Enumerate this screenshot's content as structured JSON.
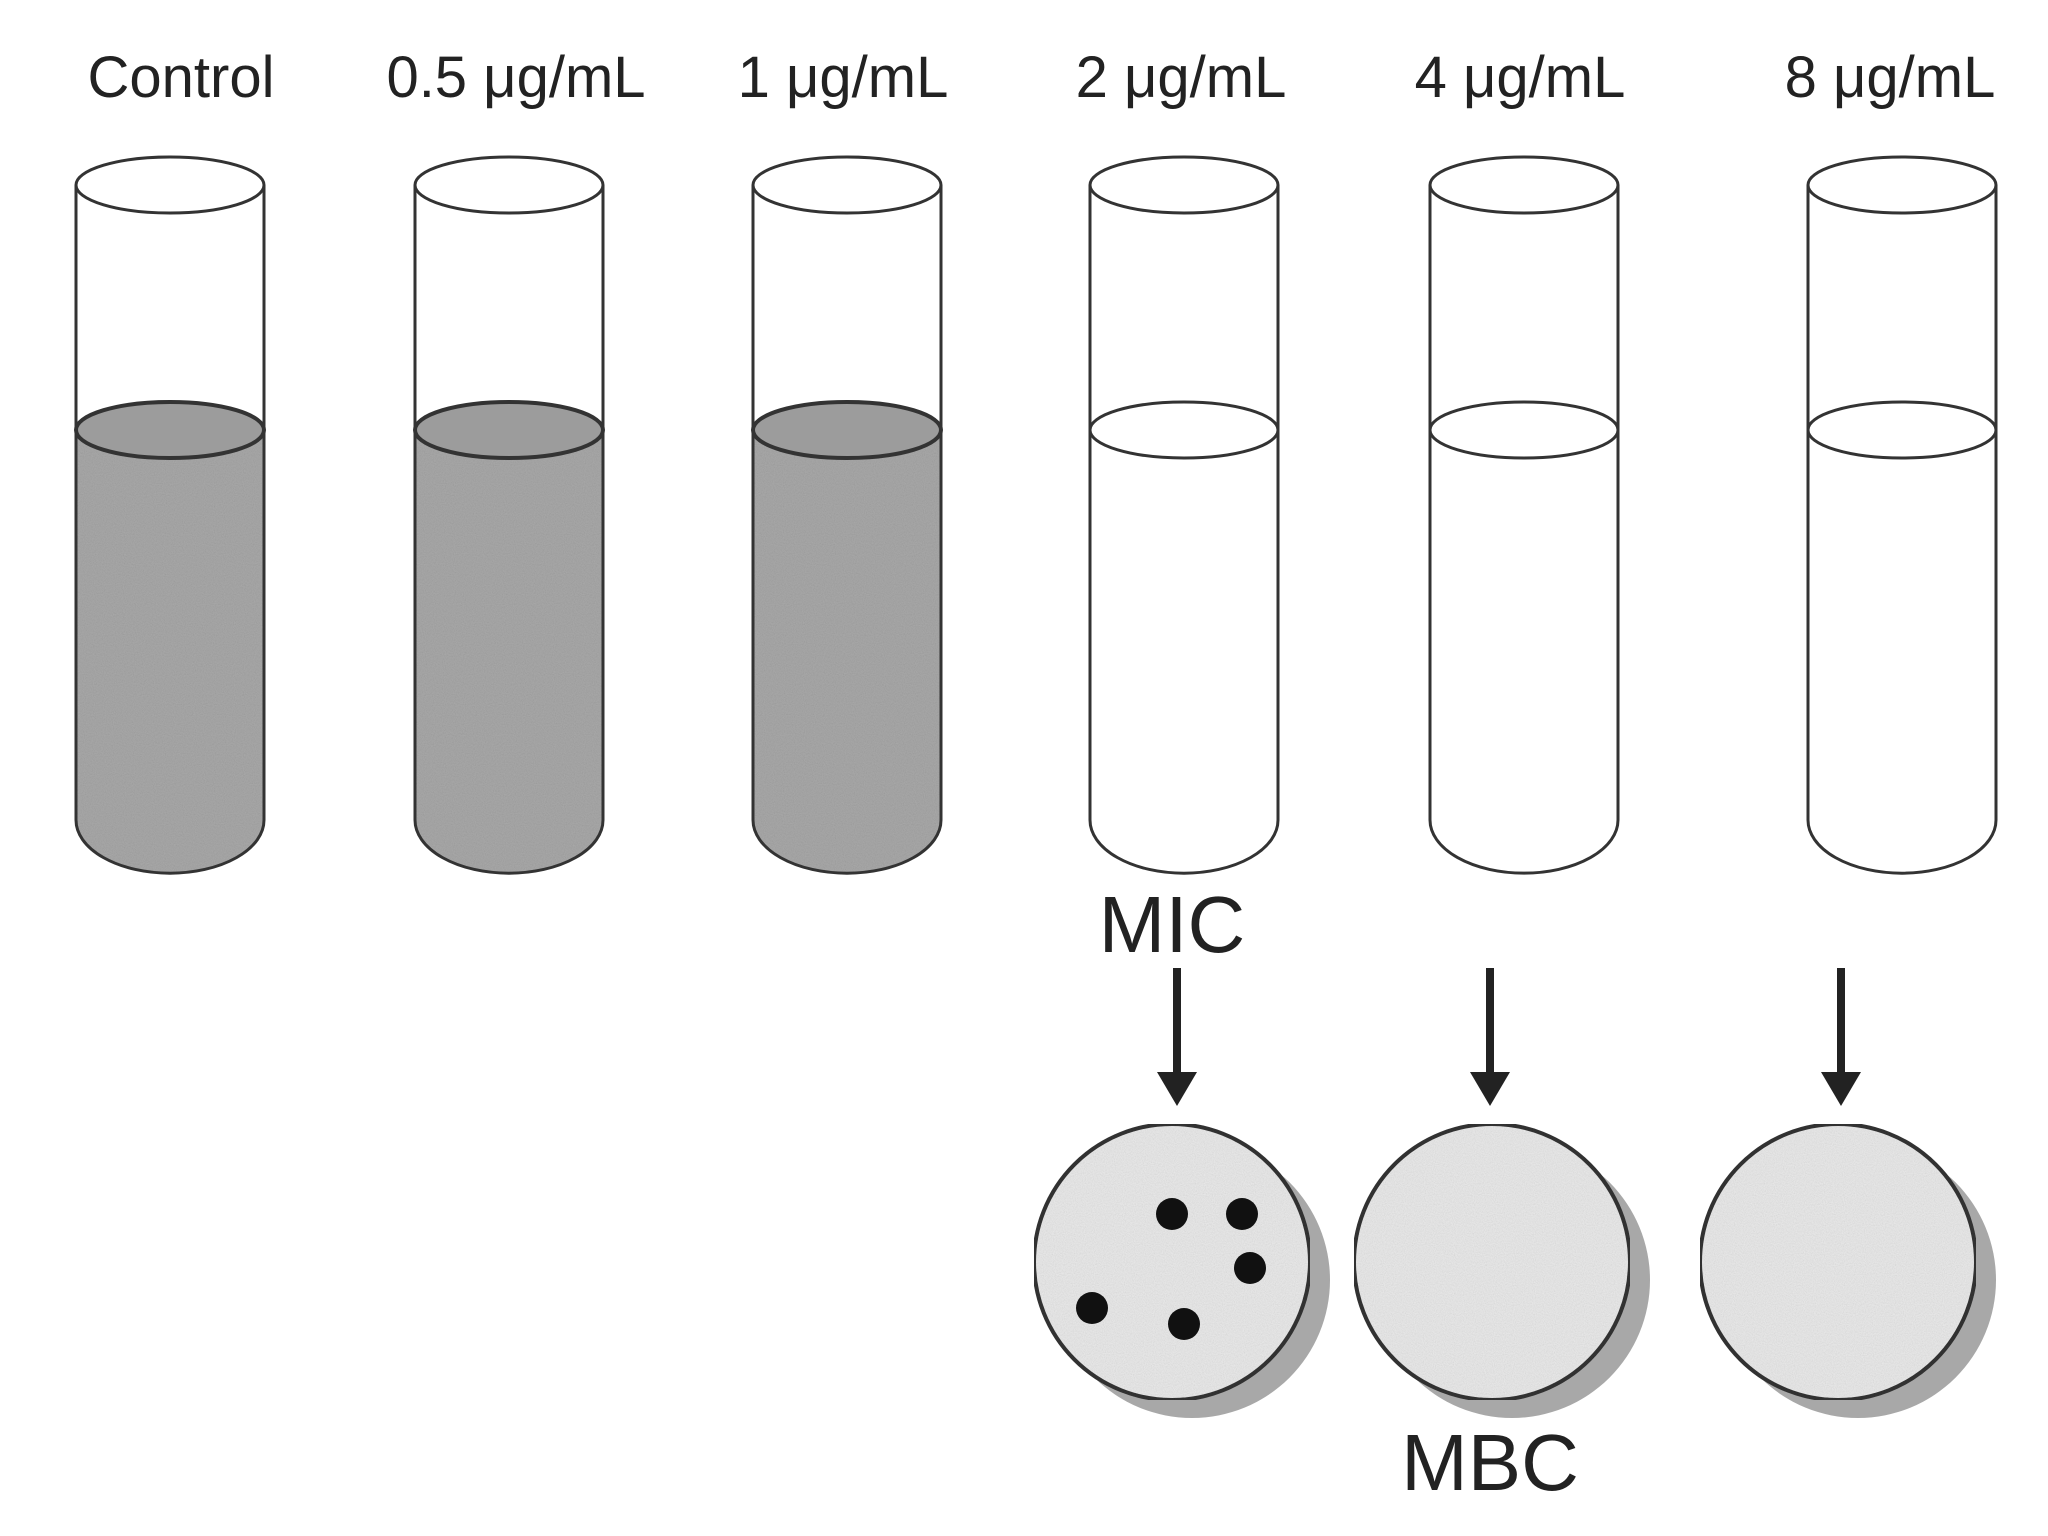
{
  "tubes": [
    {
      "label": "Control",
      "turbid": true
    },
    {
      "label": "0.5 μg/mL",
      "turbid": true
    },
    {
      "label": "1 μg/mL",
      "turbid": true
    },
    {
      "label": "2 μg/mL",
      "turbid": false
    },
    {
      "label": "4 μg/mL",
      "turbid": false
    },
    {
      "label": "8 μg/mL",
      "turbid": false
    }
  ],
  "plates": [
    {
      "from_tube": "2 μg/mL",
      "colonies": 5
    },
    {
      "from_tube": "4 μg/mL",
      "colonies": 0
    },
    {
      "from_tube": "8 μg/mL",
      "colonies": 0
    }
  ],
  "labels": {
    "mic": "MIC",
    "mbc": "MBC"
  },
  "colors": {
    "turbid_fill": "#a9a9a9",
    "clear_fill": "#ffffff",
    "outline": "#333333",
    "plate_fill": "#eaeaea",
    "plate_shadow": "#a8a8a8",
    "colony": "#111111"
  }
}
